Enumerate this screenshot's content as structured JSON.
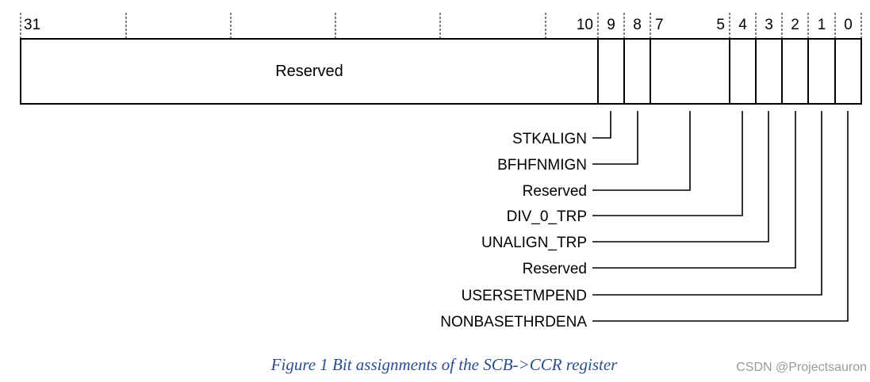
{
  "bit_numbers": [
    {
      "label": "31",
      "bit": 31
    },
    {
      "label": "10",
      "bit": 10
    },
    {
      "label": "9",
      "bit": 9
    },
    {
      "label": "8",
      "bit": 8
    },
    {
      "label": "7",
      "bit": 7
    },
    {
      "label": "5",
      "bit": 5
    },
    {
      "label": "4",
      "bit": 4
    },
    {
      "label": "3",
      "bit": 3
    },
    {
      "label": "2",
      "bit": 2
    },
    {
      "label": "1",
      "bit": 1
    },
    {
      "label": "0",
      "bit": 0
    }
  ],
  "register_fields": [
    {
      "name": "Reserved",
      "bits": "31:10",
      "show_label": true
    },
    {
      "name": "STKALIGN",
      "bits": "9",
      "show_label": false
    },
    {
      "name": "BFHFNMIGN",
      "bits": "8",
      "show_label": false
    },
    {
      "name": "Reserved",
      "bits": "7:5",
      "show_label": false
    },
    {
      "name": "DIV_0_TRP",
      "bits": "4",
      "show_label": false
    },
    {
      "name": "UNALIGN_TRP",
      "bits": "3",
      "show_label": false
    },
    {
      "name": "Reserved",
      "bits": "2",
      "show_label": false
    },
    {
      "name": "USERSETMPEND",
      "bits": "1",
      "show_label": false
    },
    {
      "name": "NONBASETHRDENA",
      "bits": "0",
      "show_label": false
    }
  ],
  "field_labels": [
    "STKALIGN",
    "BFHFNMIGN",
    "Reserved",
    "DIV_0_TRP",
    "UNALIGN_TRP",
    "Reserved",
    "USERSETMPEND",
    "NONBASETHRDENA"
  ],
  "caption": "Figure 1 Bit assignments of the SCB->CCR register",
  "watermark": "CSDN @Projectsauron"
}
